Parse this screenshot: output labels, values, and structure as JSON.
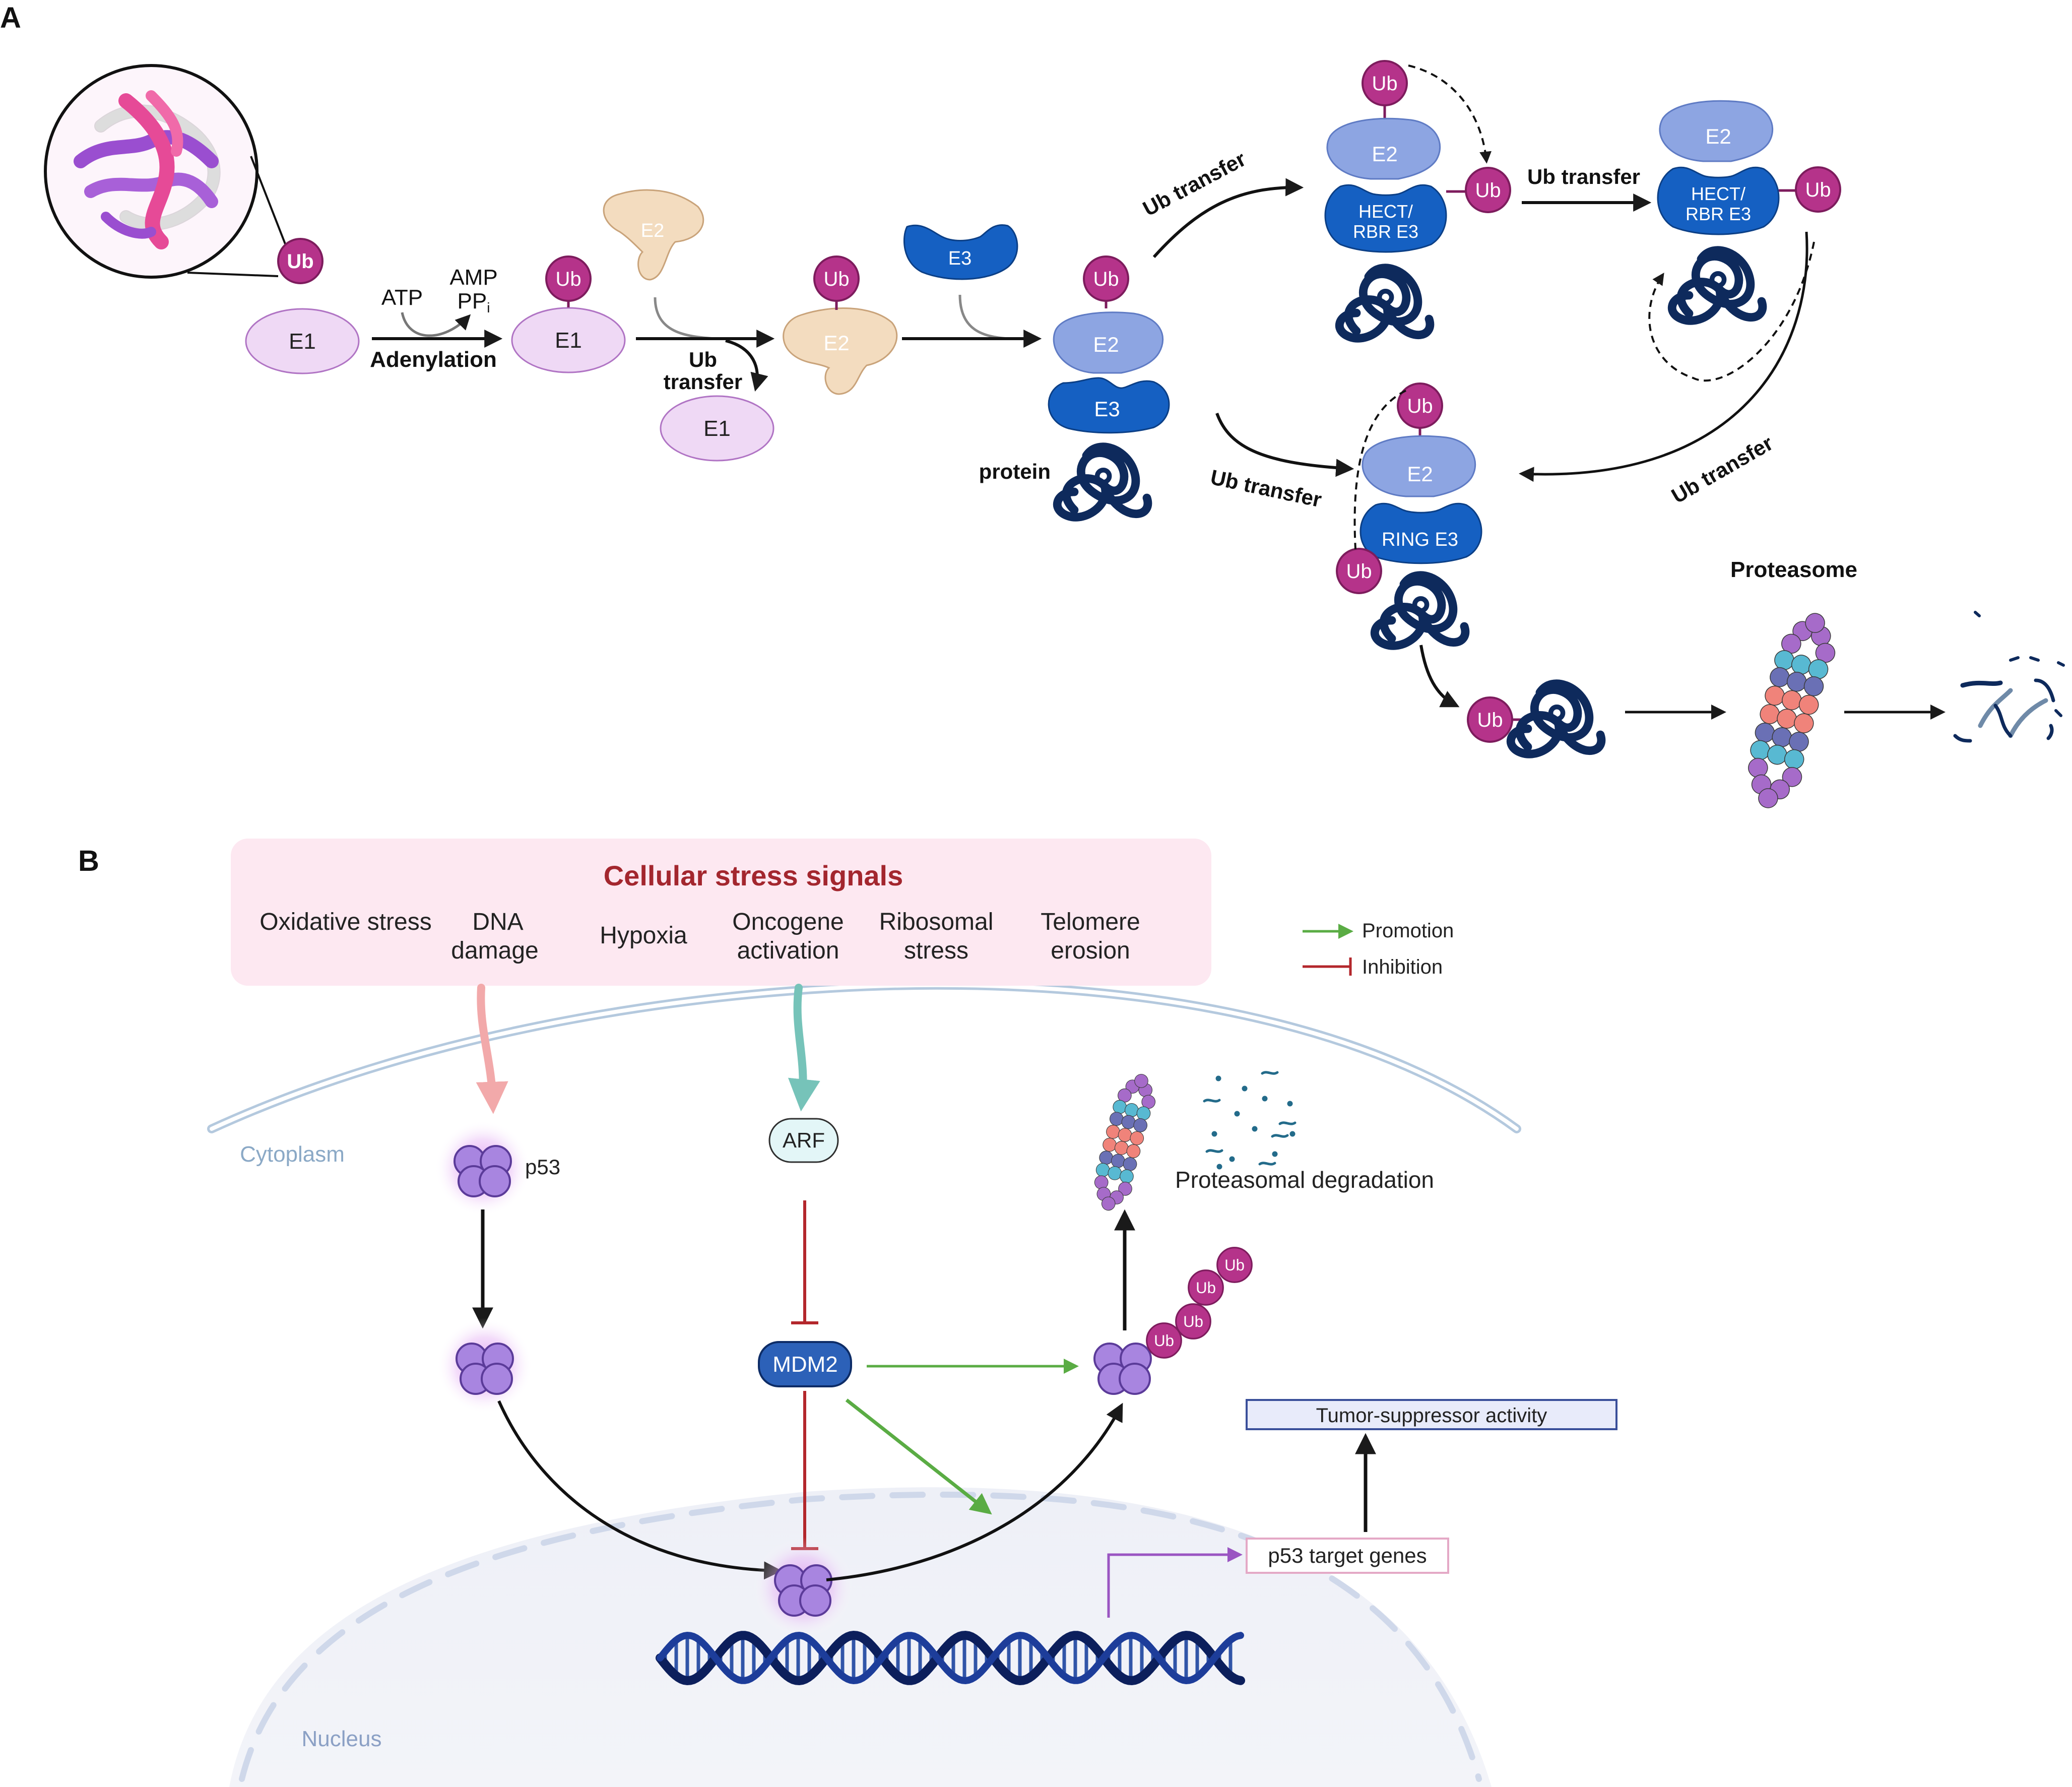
{
  "panel_a": {
    "label": "A",
    "ub": "Ub",
    "e1": "E1",
    "e2": "E2",
    "e3": "E3",
    "atp": "ATP",
    "amp": "AMP",
    "ppi_main": "PP",
    "ppi_sub": "i",
    "adenylation": "Adenylation",
    "ub_transfer_line1": "Ub",
    "ub_transfer_line2": "transfer",
    "ub_transfer": "Ub transfer",
    "protein": "protein",
    "hect_line1": "HECT/",
    "hect_line2": "RBR E3",
    "ring_e3": "RING E3",
    "proteasome": "Proteasome"
  },
  "panel_b": {
    "label": "B",
    "stress_title": "Cellular stress signals",
    "signals": {
      "oxidative": "Oxidative stress",
      "dna_1": "DNA",
      "dna_2": "damage",
      "hypoxia": "Hypoxia",
      "oncogene_1": "Oncogene",
      "oncogene_2": "activation",
      "ribosomal_1": "Ribosomal",
      "ribosomal_2": "stress",
      "telomere_1": "Telomere",
      "telomere_2": "erosion"
    },
    "legend": {
      "promotion": "Promotion",
      "inhibition": "Inhibition"
    },
    "cytoplasm": "Cytoplasm",
    "nucleus": "Nucleus",
    "p53": "p53",
    "arf": "ARF",
    "mdm2": "MDM2",
    "ub": "Ub",
    "proteasomal_degradation": "Proteasomal degradation",
    "tumor_suppressor": "Tumor-suppressor activity",
    "p53_target_genes": "p53 target genes"
  },
  "colors": {
    "ub": "#b5338a",
    "e1": "#efd9f5",
    "e2_beige": "#f3dcbf",
    "e2_blue": "#8da5e2",
    "e3_blue": "#1560c2",
    "protein": "#0e2a5c",
    "p53": "#a885e0",
    "promotion": "#5aac44",
    "inhibition": "#b3272c",
    "stress_box": "#fde8f1",
    "stress_title": "#a3262e"
  }
}
